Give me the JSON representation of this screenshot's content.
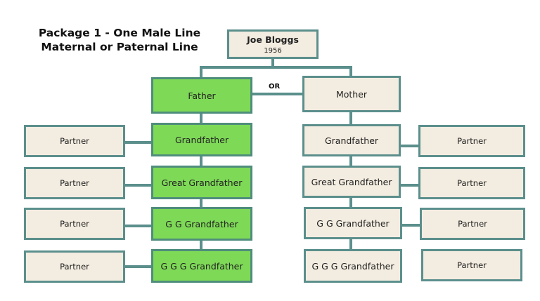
{
  "title": {
    "line1": "Package 1 - One Male Line",
    "line2": "Maternal or Paternal Line"
  },
  "root": {
    "name": "Joe Bloggs",
    "year": "1956"
  },
  "or_label": "OR",
  "left_column": [
    "Father",
    "Grandfather",
    "Great Grandfather",
    "G G Grandfather",
    "G G G Grandfather"
  ],
  "right_column": [
    "Mother",
    "Grandfather",
    "Great Grandfather",
    "G G Grandfather",
    "G G G Grandfather"
  ],
  "left_partners": [
    "Partner",
    "Partner",
    "Partner",
    "Partner"
  ],
  "right_partners": [
    "Partner",
    "Partner",
    "Partner",
    "Partner"
  ],
  "colors": {
    "highlight": "#7ed957",
    "box_fill": "#f3ece0",
    "border": "#5b8f8c"
  }
}
